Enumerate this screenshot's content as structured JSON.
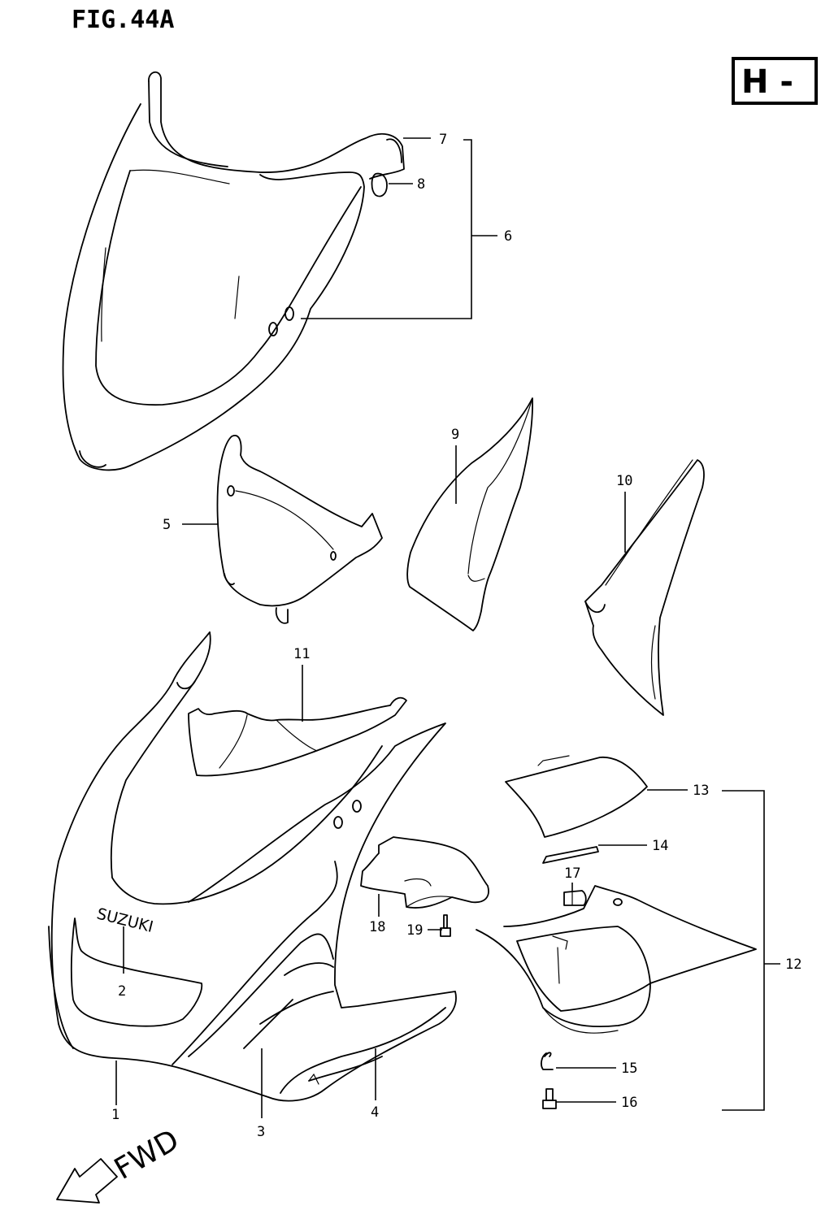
{
  "figure": {
    "title": "FIG.44A",
    "section_code": "H -",
    "direction_label": "FWD",
    "brand_text": "SUZUKI"
  },
  "callouts": [
    "1",
    "2",
    "3",
    "4",
    "5",
    "6",
    "7",
    "8",
    "9",
    "10",
    "11",
    "12",
    "13",
    "14",
    "15",
    "16",
    "17",
    "18",
    "19"
  ]
}
